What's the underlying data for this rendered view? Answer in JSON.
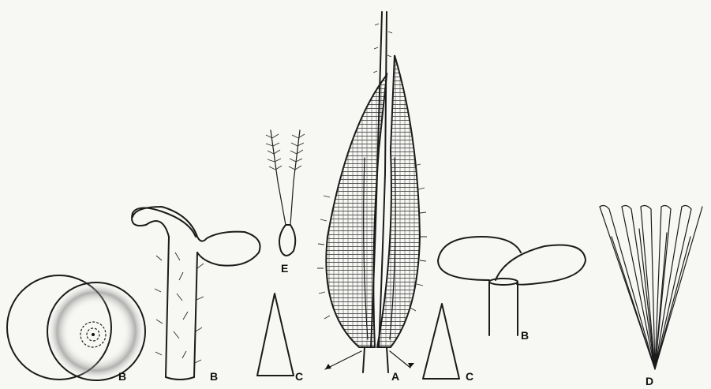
{
  "labels": {
    "b_left": "B",
    "b_mid": "B",
    "c_left": "C",
    "a": "A",
    "c_right": "C",
    "b_right": "B",
    "d": "D",
    "e": "E"
  }
}
